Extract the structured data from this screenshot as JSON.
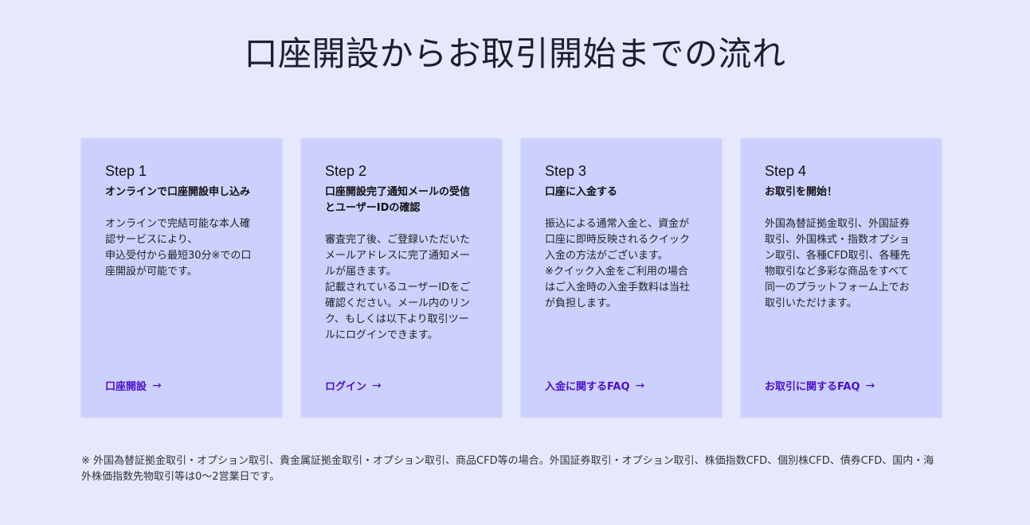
{
  "page": {
    "title": "口座開設からお取引開始までの流れ"
  },
  "colors": {
    "background": "#e6e8fe",
    "card": "#ccd0fc",
    "link": "#4b0fd0",
    "title": "#1c1e33"
  },
  "steps": [
    {
      "label": "Step 1",
      "heading": "オンラインで口座開設申し込み",
      "body": "オンラインで完結可能な本人確認サービスにより、\n申込受付から最短30分※での口座開設が可能です。",
      "link_label": "口座開設",
      "link_icon": "arrow-right-icon"
    },
    {
      "label": "Step 2",
      "heading": "口座開設完了通知メールの受信とユーザーIDの確認",
      "body": "審査完了後、ご登録いただいたメールアドレスに完了通知メールが届きます。\n記載されているユーザーIDをご確認ください。メール内のリンク、もしくは以下より取引ツールにログインできます。",
      "link_label": "ログイン",
      "link_icon": "arrow-right-icon"
    },
    {
      "label": "Step 3",
      "heading": "口座に入金する",
      "body": "振込による通常入金と、資金が口座に即時反映されるクイック入金の方法がございます。\n※クイック入金をご利用の場合はご入金時の入金手数料は当社が負担します。",
      "link_label": "入金に関するFAQ",
      "link_icon": "arrow-right-icon"
    },
    {
      "label": "Step 4",
      "heading": "お取引を開始！",
      "body": "外国為替証拠金取引、外国証券取引、外国株式・指数オプション取引、各種CFD取引、各種先物取引など多彩な商品をすべて同一のプラットフォーム上でお取引いただけます。",
      "link_label": "お取引に関するFAQ",
      "link_icon": "arrow-right-icon"
    }
  ],
  "footnote": "※ 外国為替証拠金取引・オプション取引、貴金属証拠金取引・オプション取引、商品CFD等の場合。外国証券取引・オプション取引、株価指数CFD、個別株CFD、債券CFD、国内・海外株価指数先物取引等は0〜2営業日です。",
  "icons": {
    "arrow": "→"
  }
}
